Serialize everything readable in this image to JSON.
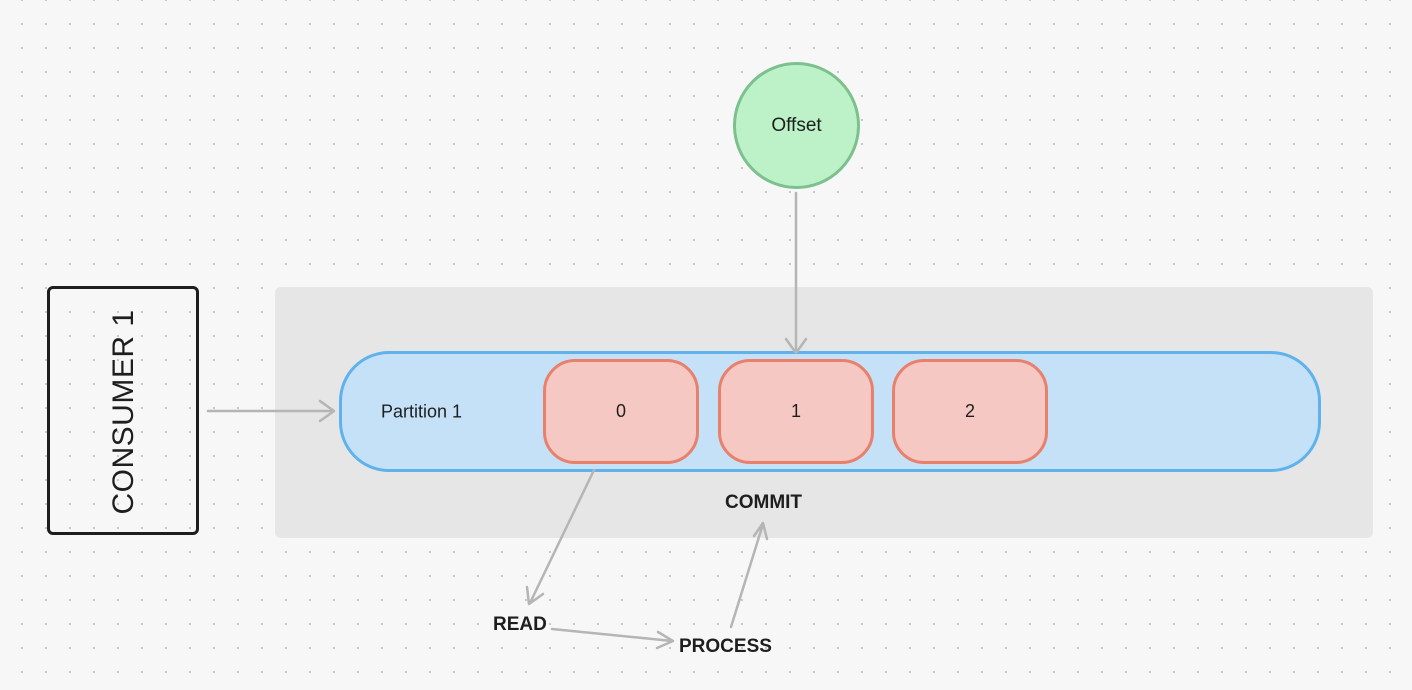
{
  "consumer": {
    "label": "CONSUMER 1"
  },
  "offset": {
    "label": "Offset"
  },
  "partition": {
    "label": "Partition 1",
    "messages": [
      "0",
      "1",
      "2"
    ]
  },
  "steps": {
    "read": "READ",
    "process": "PROCESS",
    "commit": "COMMIT"
  },
  "colors": {
    "partition_fill": "#c4e1f8",
    "partition_stroke": "#5fb2ec",
    "message_fill": "#f6c8c4",
    "message_stroke": "#e8806b",
    "offset_fill": "#bdf2c8",
    "offset_stroke": "#7cc18d",
    "arrow": "#b5b5b5",
    "topic_area": "#e6e6e6"
  }
}
